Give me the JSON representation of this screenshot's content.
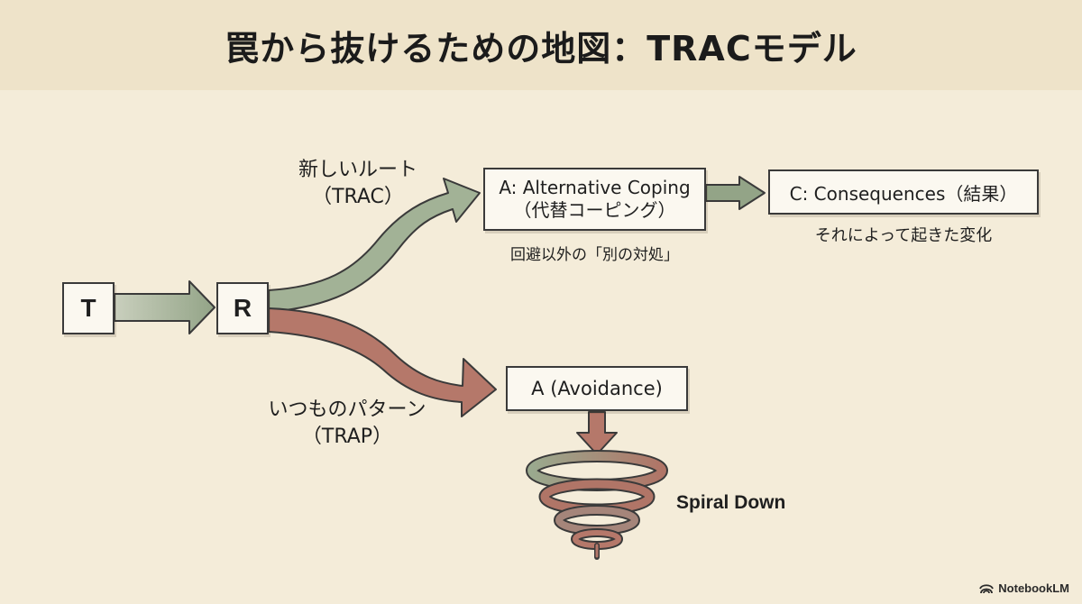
{
  "title": "罠から抜けるための地図：TRACモデル",
  "boxes": {
    "t": "T",
    "r": "R",
    "alt_line1": "A: Alternative Coping",
    "alt_line2": "（代替コーピング）",
    "consequences": "C: Consequences（結果）",
    "avoidance": "A (Avoidance)"
  },
  "labels": {
    "new_route_line1": "新しいルート",
    "new_route_line2": "（TRAC）",
    "trap_line1": "いつものパターン",
    "trap_line2": "（TRAP）",
    "alt_caption": "回避以外の「別の対処」",
    "consequences_caption": "それによって起きた変化",
    "spiral": "Spiral Down"
  },
  "branding": {
    "name": "NotebookLM",
    "icon": "notebooklm-logo-icon"
  },
  "colors": {
    "background": "#f4ecd9",
    "title_band": "#eee3c9",
    "green_arrow": "#9fae93",
    "red_arrow": "#b7786a",
    "outline": "#3a3a3a"
  }
}
